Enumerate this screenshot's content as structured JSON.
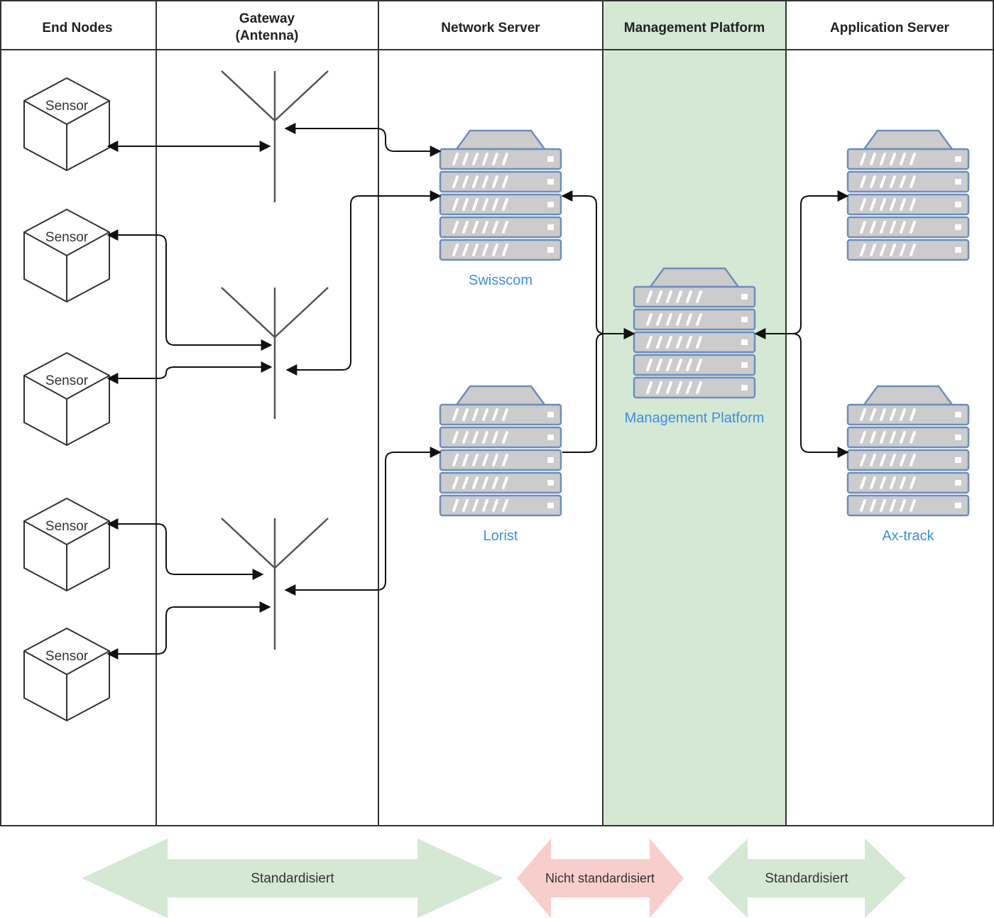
{
  "lanes": [
    {
      "id": "end-nodes",
      "title": "End Nodes"
    },
    {
      "id": "gateway",
      "title_line1": "Gateway",
      "title_line2": "(Antenna)"
    },
    {
      "id": "network-server",
      "title": "Network Server"
    },
    {
      "id": "management-platform",
      "title": "Management Platform"
    },
    {
      "id": "application-server",
      "title": "Application Server"
    }
  ],
  "sensors": [
    "Sensor",
    "Sensor",
    "Sensor",
    "Sensor",
    "Sensor"
  ],
  "servers": {
    "swisscom": "Swisscom",
    "lorist": "Lorist",
    "management_platform": "Management Platform",
    "app_top": "",
    "axtrack": "Ax-track"
  },
  "bottom_arrows": [
    {
      "label": "Standardisiert",
      "color": "#d5e8d4"
    },
    {
      "label": "Nicht standardisiert",
      "color": "#f8cecc"
    },
    {
      "label": "Standardisiert",
      "color": "#d5e8d4"
    }
  ],
  "colors": {
    "highlight_lane": "#d5e8d4",
    "server_stroke": "#6c8ebf",
    "server_fill": "#cccccc",
    "label_blue": "#3d8fe0"
  }
}
